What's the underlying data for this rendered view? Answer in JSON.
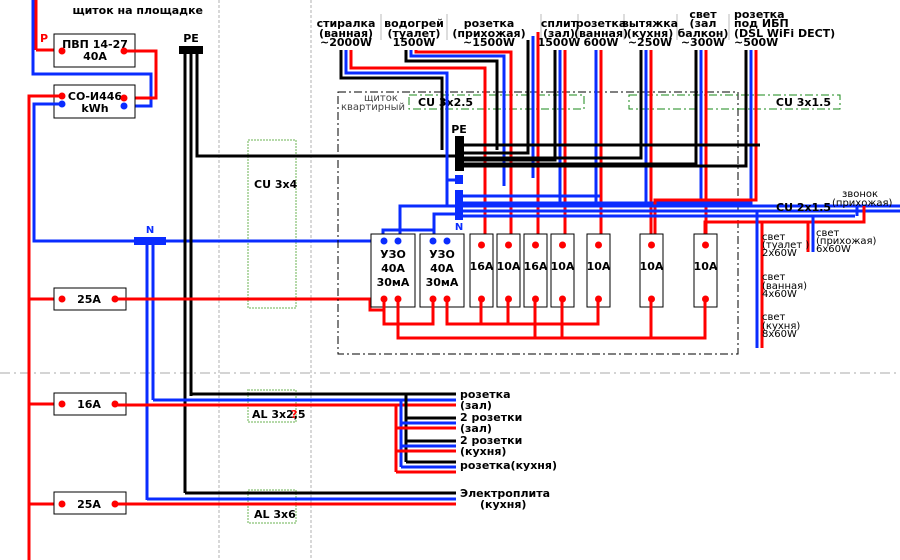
{
  "title": "щиток на площадке",
  "labels": {
    "phase": "P",
    "pe_left": "PE",
    "pe_panel": "PE",
    "n_left": "N",
    "n_panel": "N",
    "panel_line1": "щиток",
    "panel_line2": "квартирный"
  },
  "devices": {
    "breaker_main": [
      "ПВП 14-27",
      "40А"
    ],
    "meter": [
      "СО-И446",
      "kWh"
    ],
    "landing_breakers": [
      "25А",
      "16А",
      "25А"
    ]
  },
  "cables": {
    "cu_3x4": "CU 3x4",
    "cu_3x2_5": "CU 3x2.5",
    "cu_3x1_5": "CU 3x1.5",
    "cu_2x1_5": "CU 2x1.5",
    "al_3x2_5": "AL 3x2,5",
    "al_3x2_5_mark": "?",
    "al_3x6": "AL 3x6"
  },
  "rcds": [
    {
      "lines": [
        "УЗО",
        "40А",
        "30мА"
      ]
    },
    {
      "lines": [
        "УЗО",
        "40А",
        "30мА"
      ]
    }
  ],
  "panel_breakers": [
    "16А",
    "10А",
    "16А",
    "10А",
    "10А",
    "10А",
    "10А"
  ],
  "top_loads": [
    {
      "lines": [
        "стиралка",
        "(ванная)",
        "~2000W"
      ]
    },
    {
      "lines": [
        "водогрей",
        "(туалет)",
        "1500W"
      ]
    },
    {
      "lines": [
        "розетка",
        "(прихожая)",
        "~1500W"
      ]
    },
    {
      "lines": [
        "сплит",
        "(зал)",
        "1500W"
      ]
    },
    {
      "lines": [
        "розетка",
        "(ванная)",
        "600W"
      ]
    },
    {
      "lines": [
        "вытяжка",
        "(кухня)",
        "~250W"
      ]
    },
    {
      "lines": [
        "свет",
        "(зал",
        "балкон)",
        "~300W"
      ]
    },
    {
      "lines": [
        "розетка",
        "под ИБП",
        "(DSL WiFi DECT)",
        "~500W"
      ]
    }
  ],
  "right_loads": [
    {
      "lines": [
        "звонок",
        "(прихожая)"
      ]
    },
    {
      "lines": [
        "свет",
        "(туалет )",
        "2x60W"
      ]
    },
    {
      "lines": [
        "свет",
        "(прихожая)",
        "6x60W"
      ]
    },
    {
      "lines": [
        "свет",
        "(ванная)",
        "4x60W"
      ]
    },
    {
      "lines": [
        "свет",
        "(кухня)",
        "8x60W"
      ]
    }
  ],
  "bottom_loads": [
    {
      "lines": [
        "розетка",
        "(зал)"
      ]
    },
    {
      "lines": [
        "2 розетки",
        "(зал)"
      ]
    },
    {
      "lines": [
        "2 розетки",
        "(кухня)"
      ]
    },
    {
      "lines": [
        "розетка(кухня)"
      ]
    },
    {
      "lines": [
        "Электроплита",
        "(кухня)"
      ]
    }
  ],
  "colors": {
    "phase": "#ff0000",
    "neutral": "#0a2cff",
    "ground": "#000000",
    "cable_mark": "#1a8a1a"
  }
}
